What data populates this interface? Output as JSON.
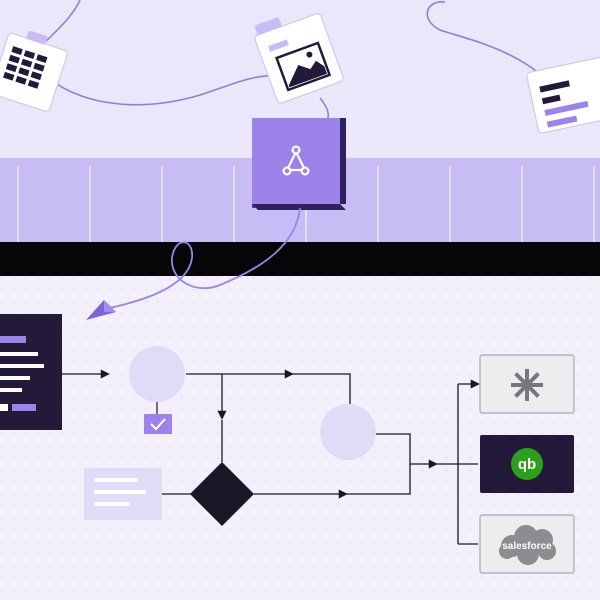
{
  "illustration": {
    "colors": {
      "top_background": "#ebe7fb",
      "bottom_background": "#f3f0fb",
      "accent": "#9b83ea",
      "accent_light": "#c9bcf5",
      "accent_dark": "#4e3aa8",
      "navy": "#231a3a",
      "black_band": "#060508",
      "node_fill": "#dedcf7",
      "card_fill": "#eeecef",
      "qb_green": "#2ca01c",
      "sf_gray": "#8d8c91"
    },
    "icons": [
      "table-document-icon",
      "image-document-icon",
      "chart-document-icon",
      "workflow-node-icon",
      "checkmark-icon",
      "asterisk-integration-icon",
      "quickbooks-icon",
      "salesforce-icon"
    ],
    "integrations": [
      {
        "name": "asterisk"
      },
      {
        "name": "quickbooks",
        "label": "qb"
      },
      {
        "name": "salesforce",
        "label": "salesforce"
      }
    ]
  }
}
